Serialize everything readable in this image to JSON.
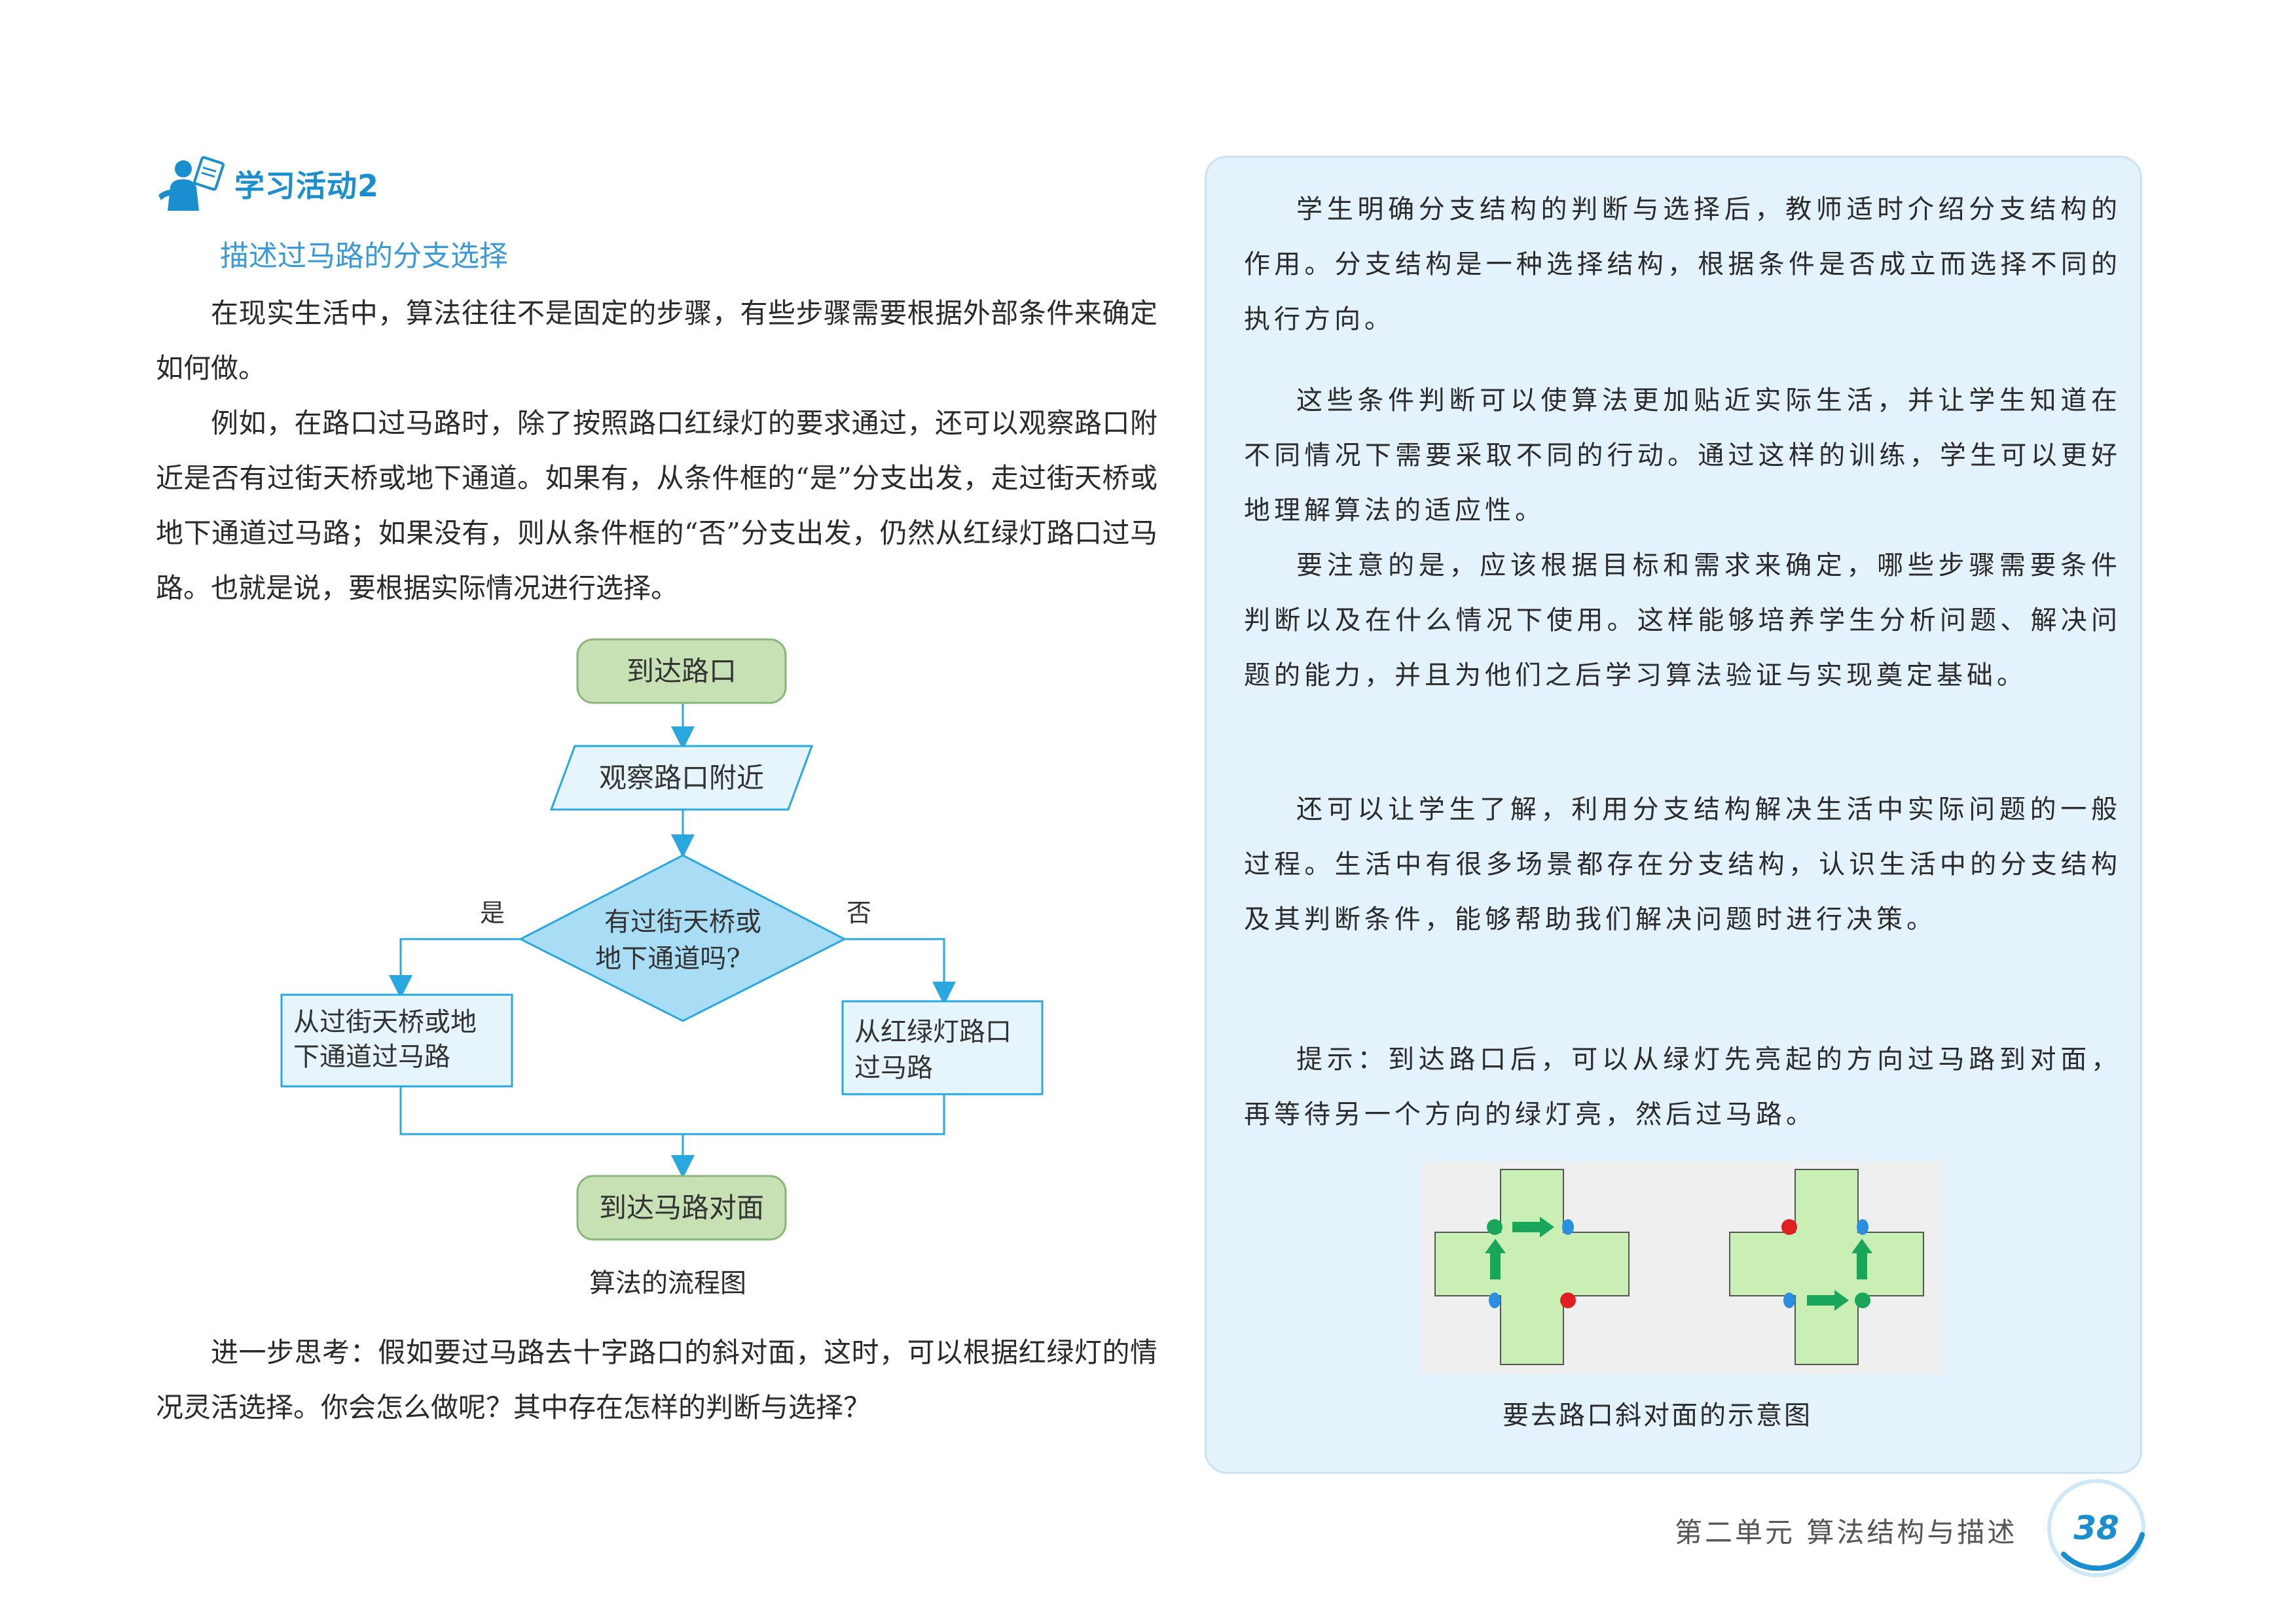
{
  "activity": {
    "icon": "student-reading-icon",
    "title": "学习活动2"
  },
  "section_title": "描述过马路的分支选择",
  "left_paragraphs": [
    "在现实生活中，算法往往不是固定的步骤，有些步骤需要根据外部条件来确定如何做。",
    "例如，在路口过马路时，除了按照路口红绿灯的要求通过，还可以观察路口附近是否有过街天桥或地下通道。如果有，从条件框的“是”分支出发，走过街天桥或地下通道过马路；如果没有，则从条件框的“否”分支出发，仍然从红绿灯路口过马路。也就是说，要根据实际情况进行选择。"
  ],
  "flowchart": {
    "start": "到达路口",
    "input": "观察路口附近",
    "decision_line1": "有过街天桥或",
    "decision_line2": "地下通道吗?",
    "yes_label": "是",
    "no_label": "否",
    "yes_action_line1": "从过街天桥或地",
    "yes_action_line2": "下通道过马路",
    "no_action_line1": "从红绿灯路口",
    "no_action_line2": "过马路",
    "end": "到达马路对面",
    "caption": "算法的流程图",
    "colors": {
      "terminal_fill": "#c7e0b4",
      "terminal_stroke": "#8ab67a",
      "flow_stroke": "#29a8e0",
      "decision_fill": "#a9dcf5",
      "process_fill": "#e6f4fc"
    }
  },
  "further_thinking": "进一步思考：假如要过马路去十字路口的斜对面，这时，可以根据红绿灯的情况灵活选择。你会怎么做呢？其中存在怎样的判断与选择？",
  "panel": {
    "p1": "学生明确分支结构的判断与选择后，教师适时介绍分支结构的作用。分支结构是一种选择结构，根据条件是否成立而选择不同的执行方向。",
    "p2": "这些条件判断可以使算法更加贴近实际生活，并让学生知道在不同情况下需要采取不同的行动。通过这样的训练，学生可以更好地理解算法的适应性。",
    "p3": "要注意的是，应该根据目标和需求来确定，哪些步骤需要条件判断以及在什么情况下使用。这样能够培养学生分析问题、解决问题的能力，并且为他们之后学习算法验证与实现奠定基础。",
    "p4": "还可以让学生了解，利用分支结构解决生活中实际问题的一般过程。生活中有很多场景都存在分支结构，认识生活中的分支结构及其判断条件，能够帮助我们解决问题时进行决策。",
    "p5": "提示：到达路口后，可以从绿灯先亮起的方向过马路到对面，再等待另一个方向的绿灯亮，然后过马路。",
    "figure_caption": "要去路口斜对面的示意图",
    "colors": {
      "panel_bg": "#e3f2fb",
      "road_fill": "#c9efb4",
      "arrow": "#1aa65a",
      "light_green": "#1aa65a",
      "light_red": "#e02020",
      "light_blue": "#2a8fe0"
    }
  },
  "footer": {
    "text": "第二单元 算法结构与描述",
    "page_number": "38"
  }
}
